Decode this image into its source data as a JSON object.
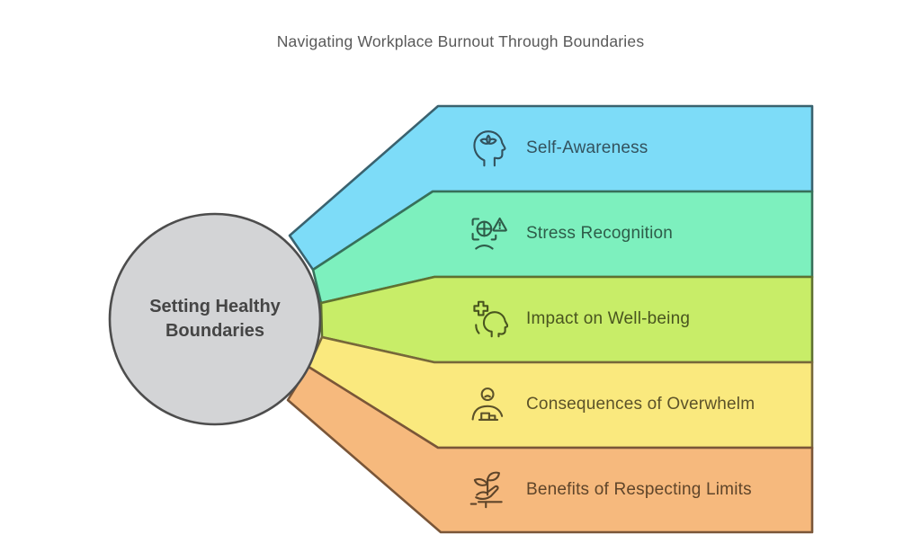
{
  "title": "Navigating Workplace Burnout Through Boundaries",
  "title_color": "#595959",
  "background": "#FFFFFF",
  "center": {
    "label_line1": "Setting Healthy",
    "label_line2": "Boundaries",
    "fill": "#D3D4D6",
    "stroke": "#4D4D4D",
    "text_color": "#454545"
  },
  "items": [
    {
      "label": "Self-Awareness",
      "icon": "head-lotus-icon",
      "fill": "#7DDCF8",
      "stroke": "#3A626F",
      "text_color": "#33525E"
    },
    {
      "label": "Stress Recognition",
      "icon": "stress-scan-icon",
      "fill": "#7DF0BE",
      "stroke": "#37705A",
      "text_color": "#2E5C49"
    },
    {
      "label": "Impact on Well-being",
      "icon": "head-plus-icon",
      "fill": "#C8ED68",
      "stroke": "#5F7131",
      "text_color": "#49551F"
    },
    {
      "label": "Consequences of Overwhelm",
      "icon": "overwhelmed-person-icon",
      "fill": "#FAE97E",
      "stroke": "#77683A",
      "text_color": "#5C5229"
    },
    {
      "label": "Benefits of Respecting Limits",
      "icon": "sprout-hand-icon",
      "fill": "#F6B97D",
      "stroke": "#7A5638",
      "text_color": "#5F452A"
    }
  ]
}
